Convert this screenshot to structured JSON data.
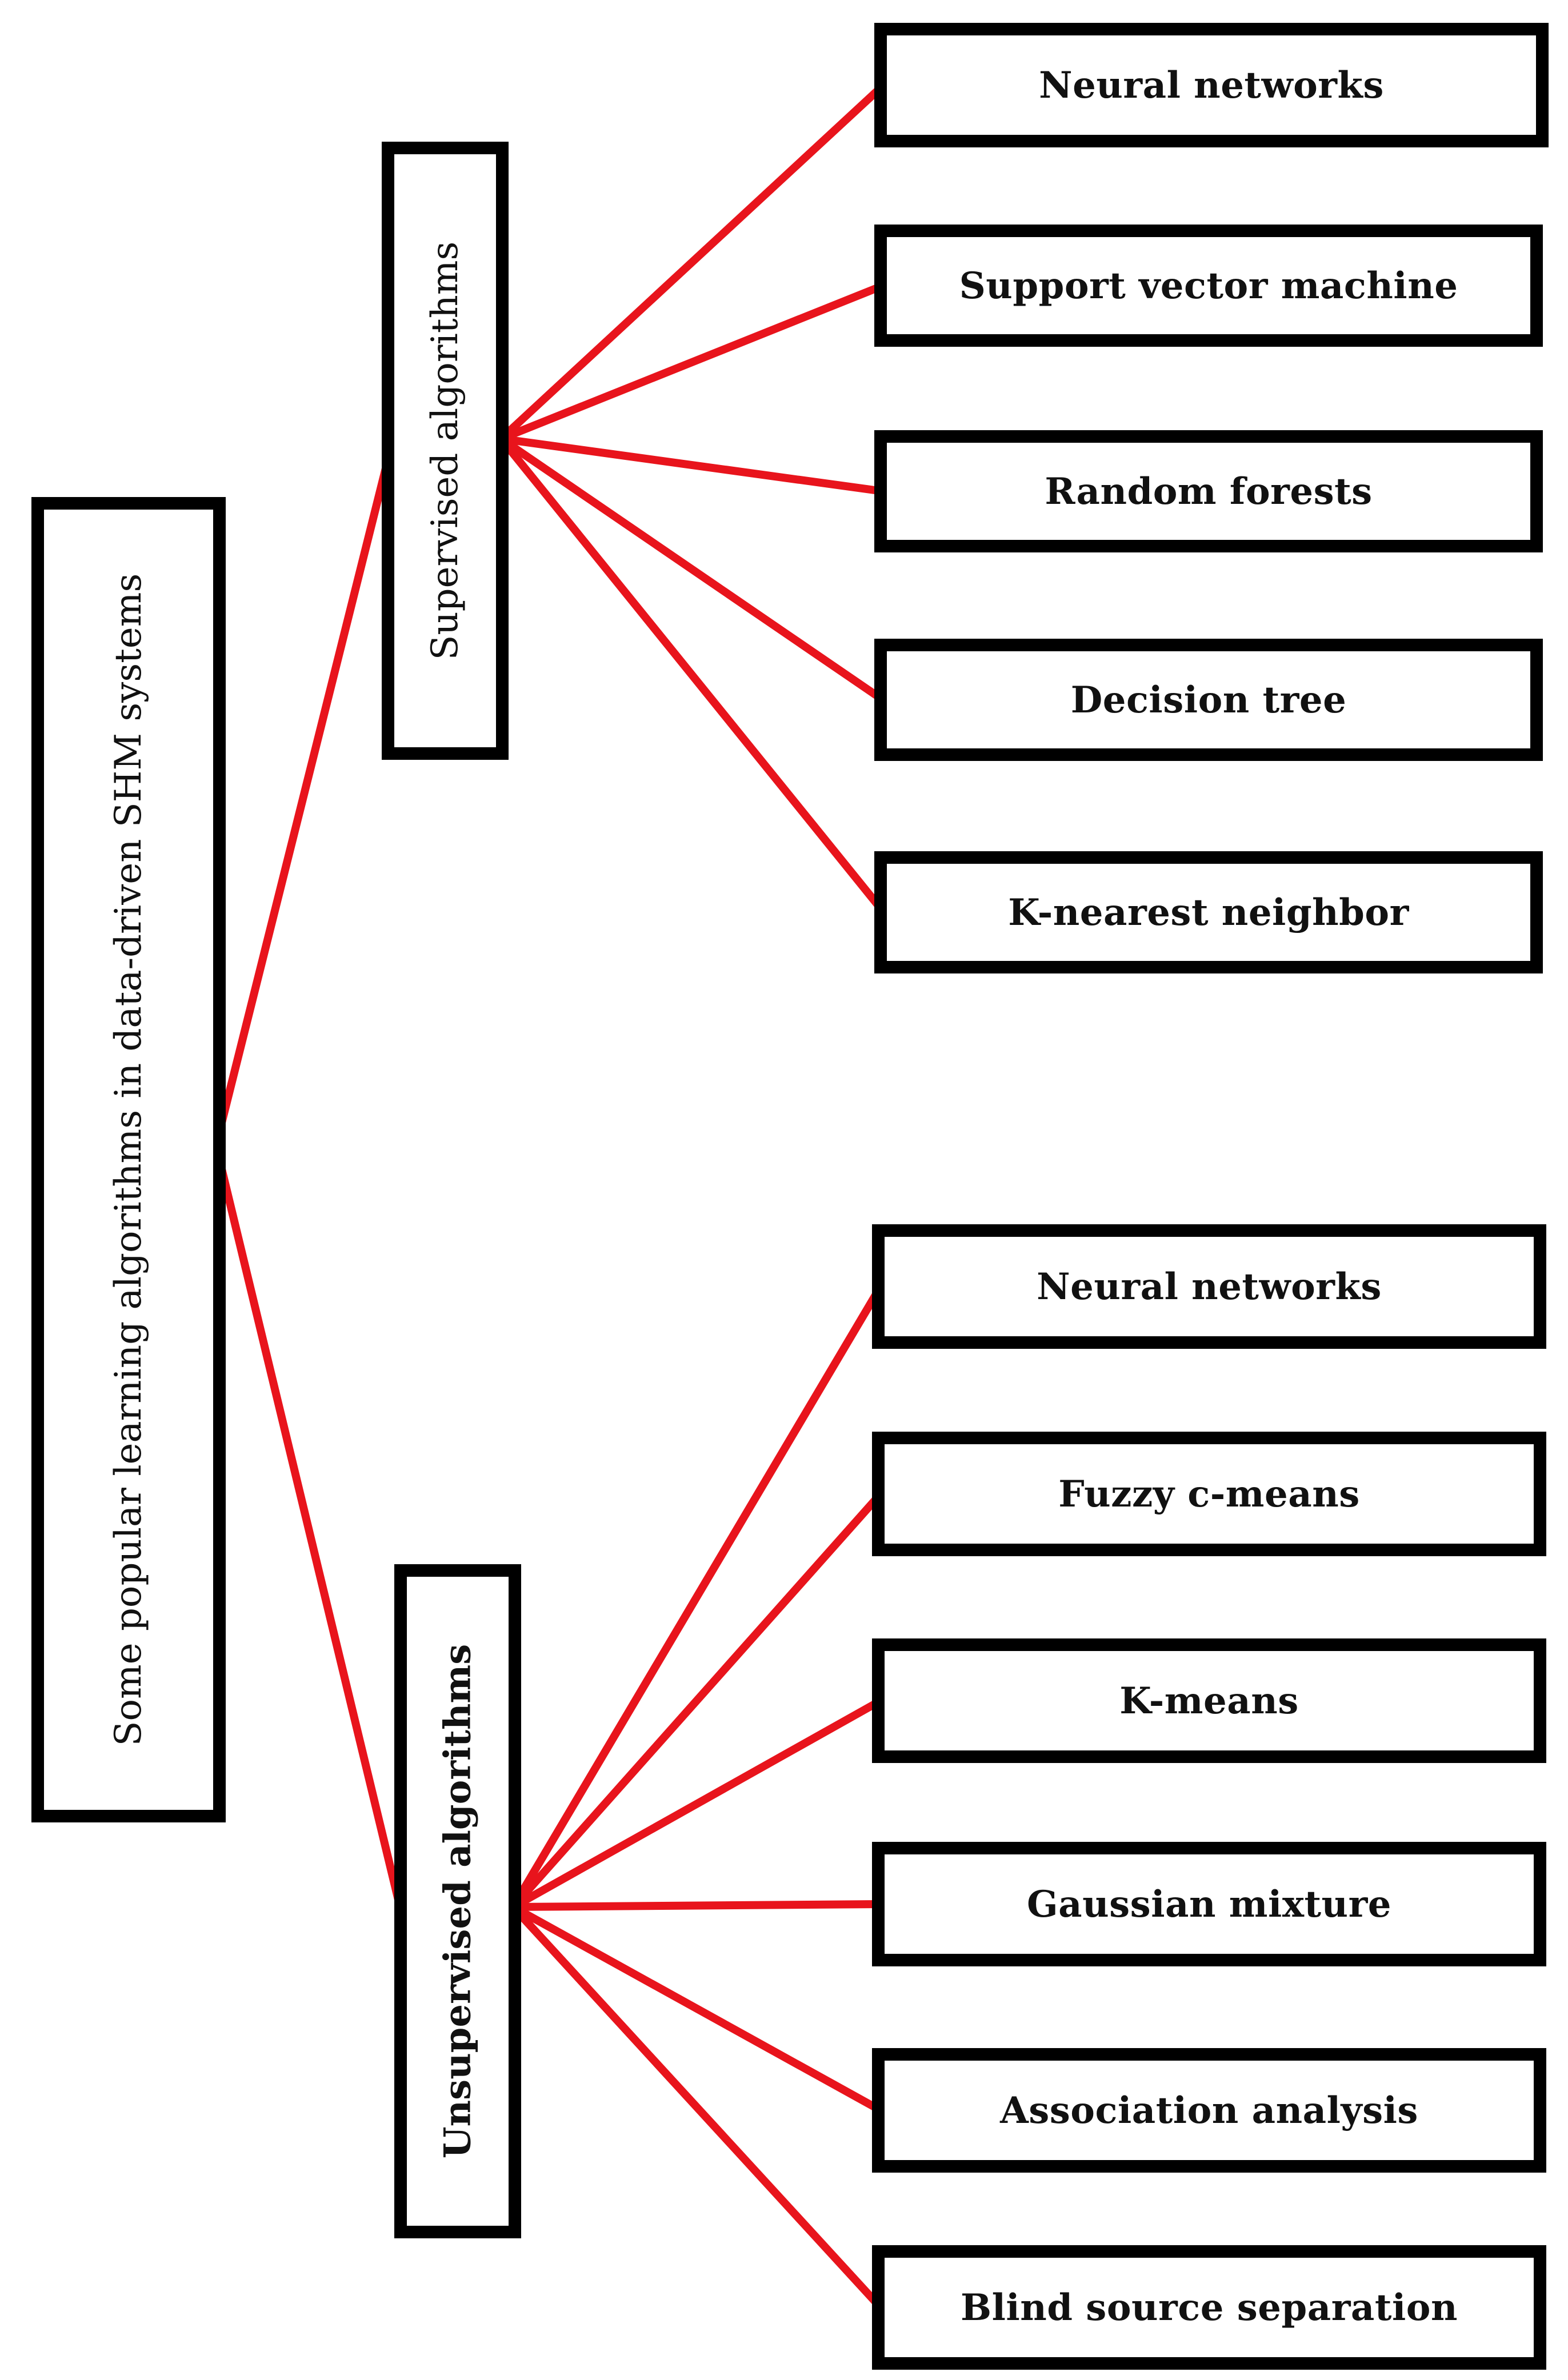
{
  "diagram": {
    "line_color": "#e8141c",
    "box_border_color": "#000000",
    "root": {
      "label": "Some popular learning algorithms in data-driven SHM systems"
    },
    "groups": [
      {
        "label": "Supervised algorithms",
        "children": [
          "Neural networks",
          "Support vector machine",
          "Random forests",
          "Decision tree",
          "K-nearest neighbor"
        ]
      },
      {
        "label": "Unsupervised algorithms",
        "children": [
          "Neural networks",
          "Fuzzy c-means",
          "K-means",
          "Gaussian mixture",
          "Association analysis",
          "Blind source separation"
        ]
      }
    ]
  }
}
